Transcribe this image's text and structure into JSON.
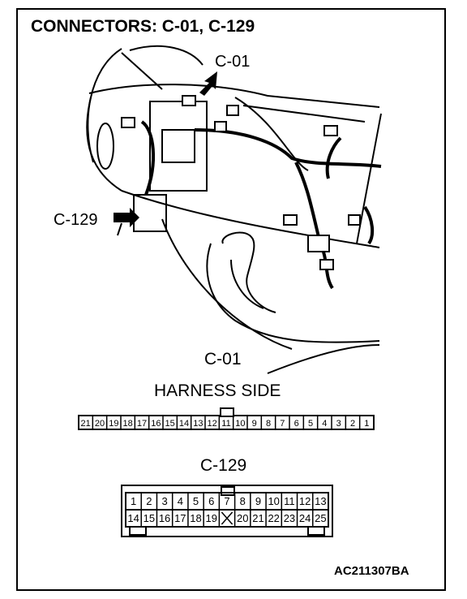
{
  "title": "CONNECTORS: C-01, C-129",
  "illustration": {
    "label_c01": "C-01",
    "label_c129": "C-129"
  },
  "connector_c01": {
    "name": "C-01",
    "side_label": "HARNESS SIDE",
    "pins": [
      "21",
      "20",
      "19",
      "18",
      "17",
      "16",
      "15",
      "14",
      "13",
      "12",
      "11",
      "10",
      "9",
      "8",
      "7",
      "6",
      "5",
      "4",
      "3",
      "2",
      "1"
    ]
  },
  "connector_c129": {
    "name": "C-129",
    "row1": [
      "1",
      "2",
      "3",
      "4",
      "5",
      "6",
      "7",
      "8",
      "9",
      "10",
      "11",
      "12",
      "13"
    ],
    "row2": [
      "14",
      "15",
      "16",
      "17",
      "18",
      "19",
      "",
      "20",
      "21",
      "22",
      "23",
      "24",
      "25"
    ]
  },
  "figure_code": "AC211307BA"
}
